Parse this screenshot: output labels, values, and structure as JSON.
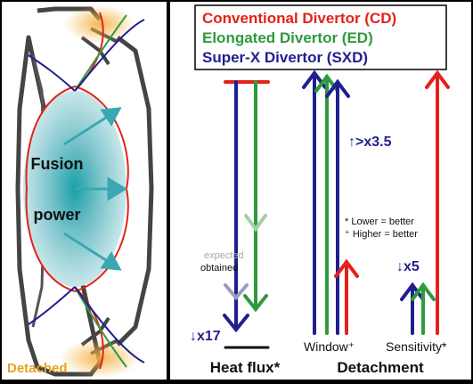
{
  "legend": {
    "cd": "Conventional Divertor (CD)",
    "ed": "Elongated Divertor (ED)",
    "sxd": "Super-X Divertor (SXD)"
  },
  "colors": {
    "cd": "#e2231a",
    "ed": "#2e9b3c",
    "sxd": "#1f1f8f",
    "detached": "#f0a030",
    "wall": "#444444"
  },
  "left": {
    "fusion": "Fusion",
    "power": "power",
    "detached": "Detached"
  },
  "annotations": {
    "heat_factor": "↓x17",
    "window_factor": "↑>x3.5",
    "sensitivity_factor": "↓x5",
    "expected": "expected",
    "obtained": "obtained",
    "lower_better": "* Lower = better",
    "higher_better": "⁺ Higher = better"
  },
  "labels": {
    "heat_flux": "Heat flux*",
    "detachment": "Detachment",
    "window": "Window⁺",
    "sensitivity": "Sensitivity*"
  }
}
